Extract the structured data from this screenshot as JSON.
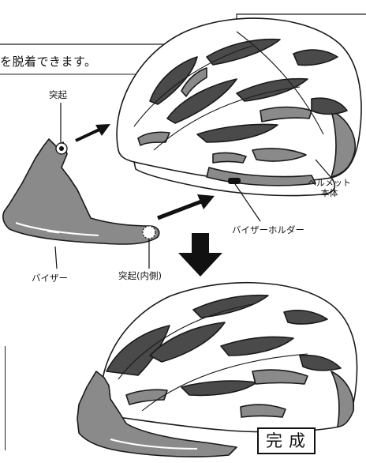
{
  "instruction_text": "を脱着できます。",
  "labels": {
    "protrusion": "突起",
    "helmet_body": "ヘルメット\n本体",
    "visor_holder": "バイザーホルダー",
    "visor": "バイザー",
    "protrusion_inner": "突起(内側)",
    "complete": "完成"
  },
  "colors": {
    "outline": "#1a1a1a",
    "gray_panel": "#8a8a8a",
    "vent_dark": "#4a4a4a",
    "shell_white": "#ffffff"
  }
}
